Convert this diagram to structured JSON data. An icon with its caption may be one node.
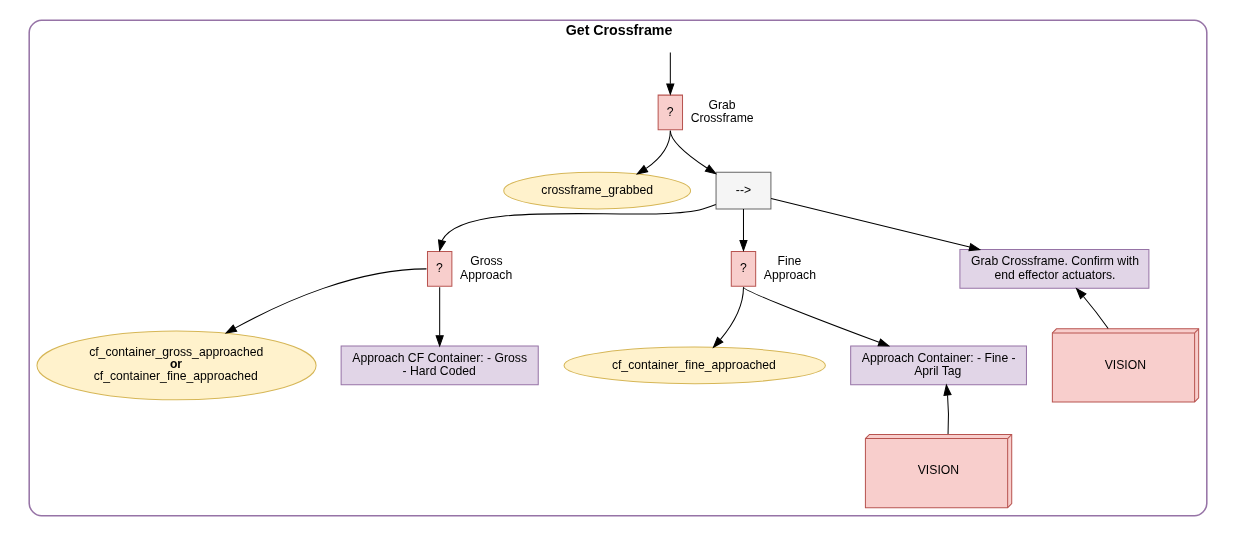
{
  "diagram": {
    "nodes": [
      {
        "text": [
          "Get Crossframe"
        ]
      },
      {
        "text": [
          "?"
        ],
        "beside": [
          "Grab Crossframe"
        ],
        "in": 0
      },
      {
        "text": [
          "crossframe_grabbed"
        ],
        "in": 0
      },
      {
        "text": [
          "-->"
        ],
        "in": 0
      },
      {
        "text": [
          "?"
        ],
        "beside": [
          "Gross Approach"
        ],
        "in": 0
      },
      {
        "text": [
          "?"
        ],
        "beside": [
          "Fine Approach"
        ],
        "in": 0
      },
      {
        "text": [
          "Grab Crossframe. Confirm with end effector actuators."
        ],
        "in": 0
      },
      {
        "text": [
          "cf_container_gross_approached **or** cf_container_fine_approached"
        ],
        "in": 0
      },
      {
        "text": [
          "Approach CF Container: - Gross - Hard Coded"
        ],
        "in": 0
      },
      {
        "text": [
          "cf_container_fine_approached"
        ],
        "in": 0
      },
      {
        "text": [
          "Approach Container: - Fine - April Tag"
        ],
        "in": 0
      },
      {
        "text": [
          "VISION"
        ],
        "in": 0
      },
      {
        "text": [
          "VISION"
        ],
        "in": 0
      }
    ],
    "edges": [
      {
        "from": null,
        "to": 1,
        "arrow": "to"
      },
      {
        "from": 1,
        "to": 2,
        "arrow": "to"
      },
      {
        "from": 1,
        "to": 3,
        "arrow": "to"
      },
      {
        "from": 3,
        "to": 4,
        "arrow": "to"
      },
      {
        "from": 3,
        "to": 5,
        "arrow": "to"
      },
      {
        "from": 3,
        "to": 6,
        "arrow": "to"
      },
      {
        "from": 4,
        "to": 7,
        "arrow": "to"
      },
      {
        "from": 4,
        "to": 8,
        "arrow": "to"
      },
      {
        "from": 5,
        "to": 9,
        "arrow": "to"
      },
      {
        "from": 5,
        "to": 10,
        "arrow": "to"
      },
      {
        "from": 11,
        "to": 10,
        "arrow": "to"
      },
      {
        "from": 12,
        "to": 6,
        "arrow": "to"
      }
    ]
  }
}
